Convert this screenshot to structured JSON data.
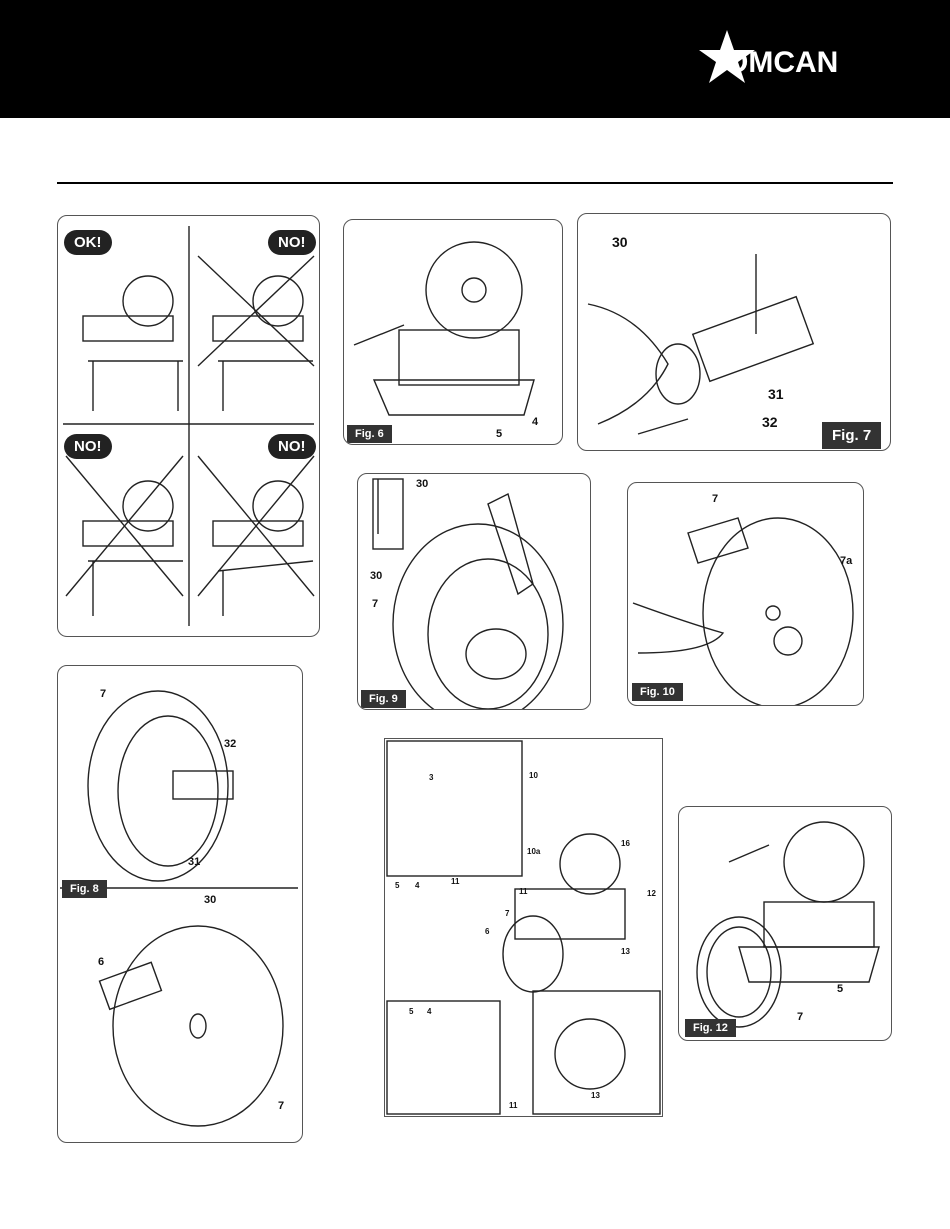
{
  "brand": {
    "name": "OMCAN"
  },
  "setup_panel": {
    "badges": [
      "OK!",
      "NO!",
      "NO!",
      "NO!"
    ]
  },
  "figures": {
    "fig6": {
      "label": "Fig. 6",
      "callouts": [
        "5",
        "4"
      ]
    },
    "fig7": {
      "label": "Fig. 7",
      "callouts": [
        "30",
        "31",
        "32"
      ]
    },
    "fig9": {
      "label": "Fig. 9",
      "callouts": [
        "30",
        "30",
        "7"
      ]
    },
    "fig10": {
      "label": "Fig. 10",
      "callouts": [
        "7",
        "7a"
      ]
    },
    "fig8": {
      "label": "Fig. 8",
      "callouts": [
        "7",
        "32",
        "31",
        "30",
        "6",
        "7"
      ]
    },
    "fig11": {
      "callouts": [
        "3",
        "10",
        "10a",
        "16",
        "5",
        "4",
        "11",
        "11",
        "12",
        "7",
        "6",
        "13",
        "5",
        "4",
        "11",
        "13"
      ]
    },
    "fig12": {
      "label": "Fig. 12",
      "callouts": [
        "5",
        "7"
      ]
    }
  },
  "colors": {
    "header_bg": "#000000",
    "label_bg": "#333333",
    "brand_text": "#ffffff"
  }
}
